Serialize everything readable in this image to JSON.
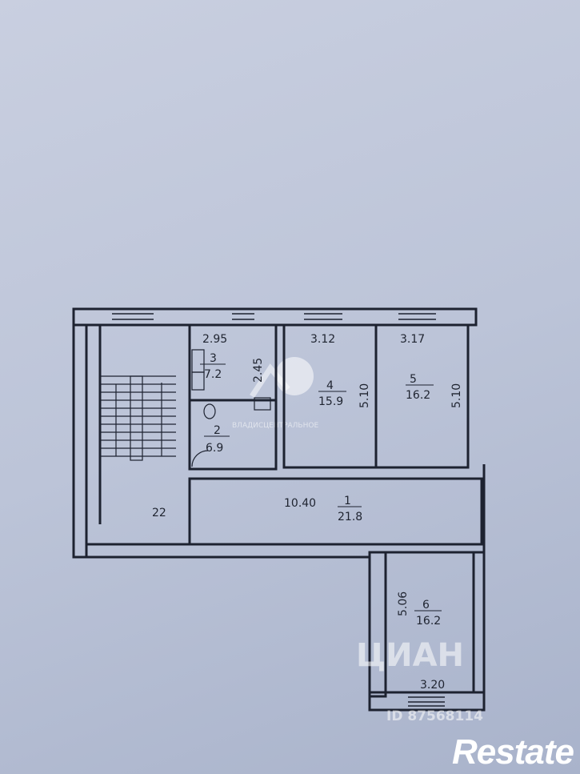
{
  "rooms": [
    {
      "number": "1",
      "area": "21.8",
      "dimension": "10.40"
    },
    {
      "number": "2",
      "area": "6.9"
    },
    {
      "number": "3",
      "area": "7.2",
      "width": "2.95",
      "depth": "2.45"
    },
    {
      "number": "4",
      "area": "15.9",
      "width": "3.12",
      "depth": "5.10"
    },
    {
      "number": "5",
      "area": "16.2",
      "width": "3.17",
      "depth": "5.10"
    },
    {
      "number": "6",
      "area": "16.2",
      "width": "3.20",
      "depth": "5.06"
    }
  ],
  "stair_label": "22",
  "watermarks": {
    "center": "ВЛАДИСЦЕНТРАЛЬНОЕ",
    "cian": "ЦИАН",
    "id": "ID 87568114",
    "logo": "Restate"
  }
}
